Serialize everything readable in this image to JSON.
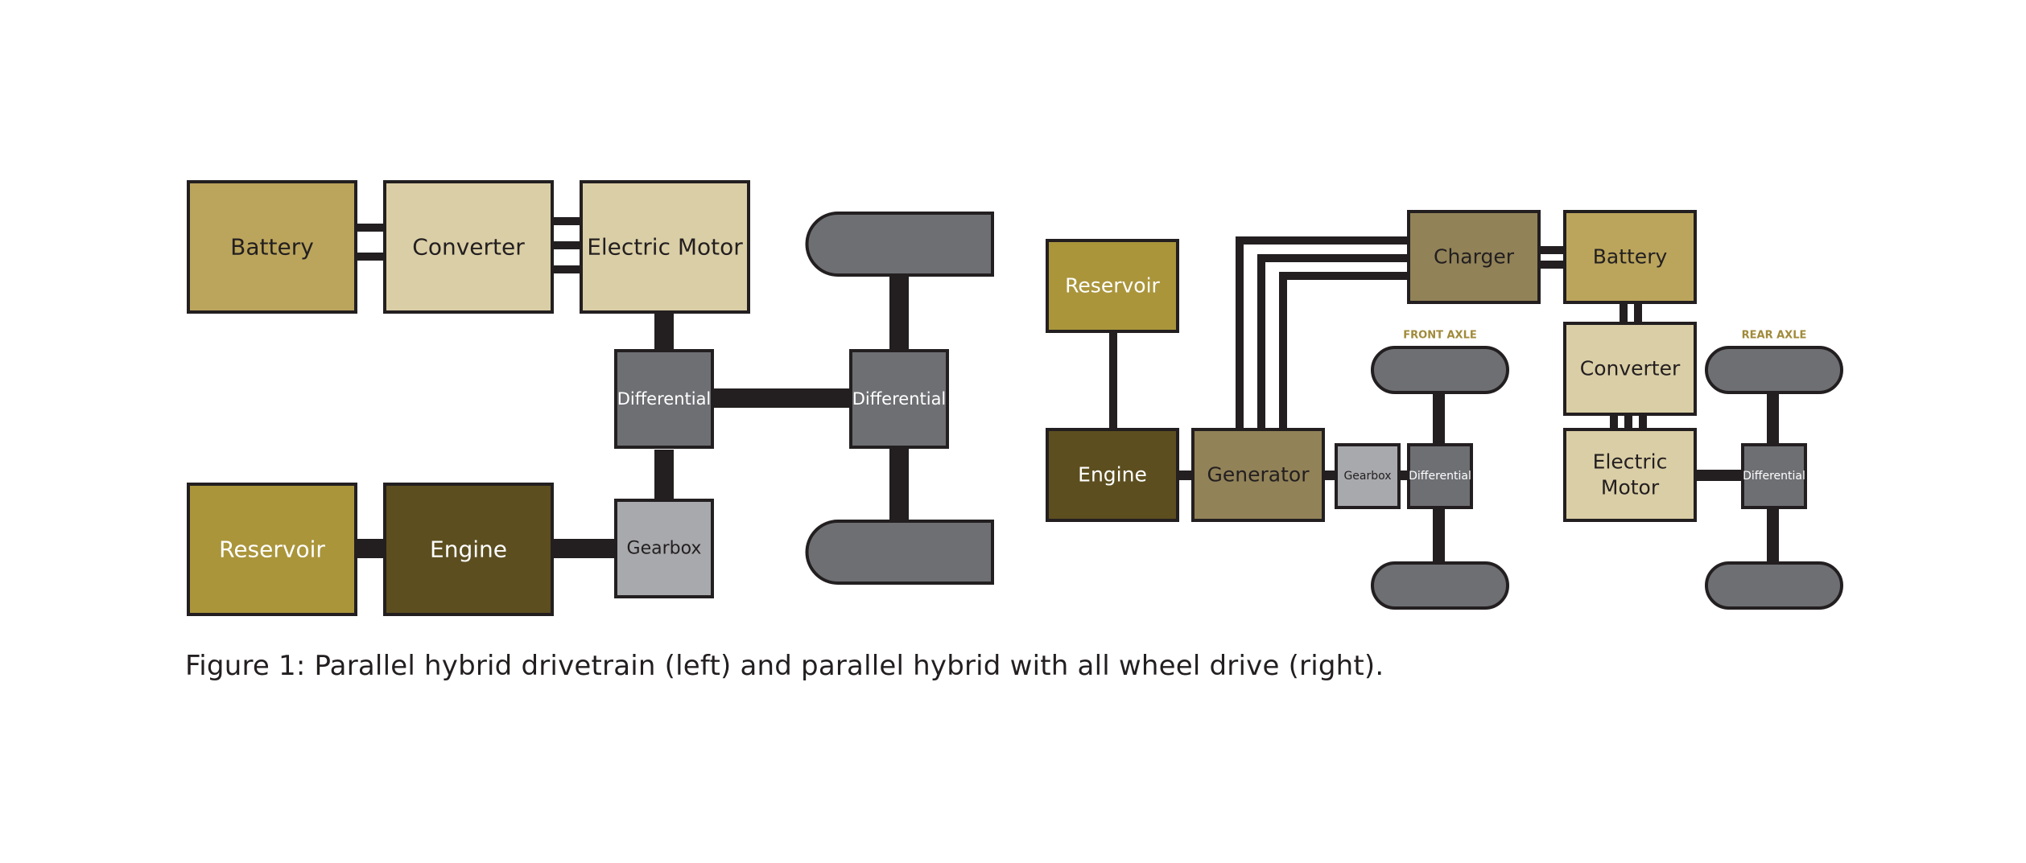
{
  "colors": {
    "battery": "#bba55c",
    "converter": "#dacea6",
    "motor": "#dacea6",
    "reservoir": "#aa953b",
    "engine": "#5c4e1f",
    "charger": "#918258",
    "generator": "#918258",
    "gearbox": "#a8a9ad",
    "differential": "#6e6f73",
    "wheel": "#6e6f73",
    "link": "#231f20",
    "axle_label": "#a08a3a",
    "text_dark": "#231f20",
    "text_light": "#ffffff"
  },
  "left": {
    "battery": "Battery",
    "converter": "Converter",
    "motor": "Electric Motor",
    "reservoir": "Reservoir",
    "engine": "Engine",
    "gearbox": "Gearbox",
    "differential_1": "Differential",
    "differential_2": "Differential"
  },
  "right": {
    "reservoir": "Reservoir",
    "engine": "Engine",
    "generator": "Generator",
    "charger": "Charger",
    "battery": "Battery",
    "converter": "Converter",
    "motor_line1": "Electric",
    "motor_line2": "Motor",
    "gearbox": "Gearbox",
    "front_differential": "Differential",
    "rear_differential": "Differential",
    "front_axle": "FRONT AXLE",
    "rear_axle": "REAR AXLE"
  },
  "caption": "Figure 1: Parallel hybrid drivetrain (left) and parallel hybrid with all wheel drive (right)."
}
